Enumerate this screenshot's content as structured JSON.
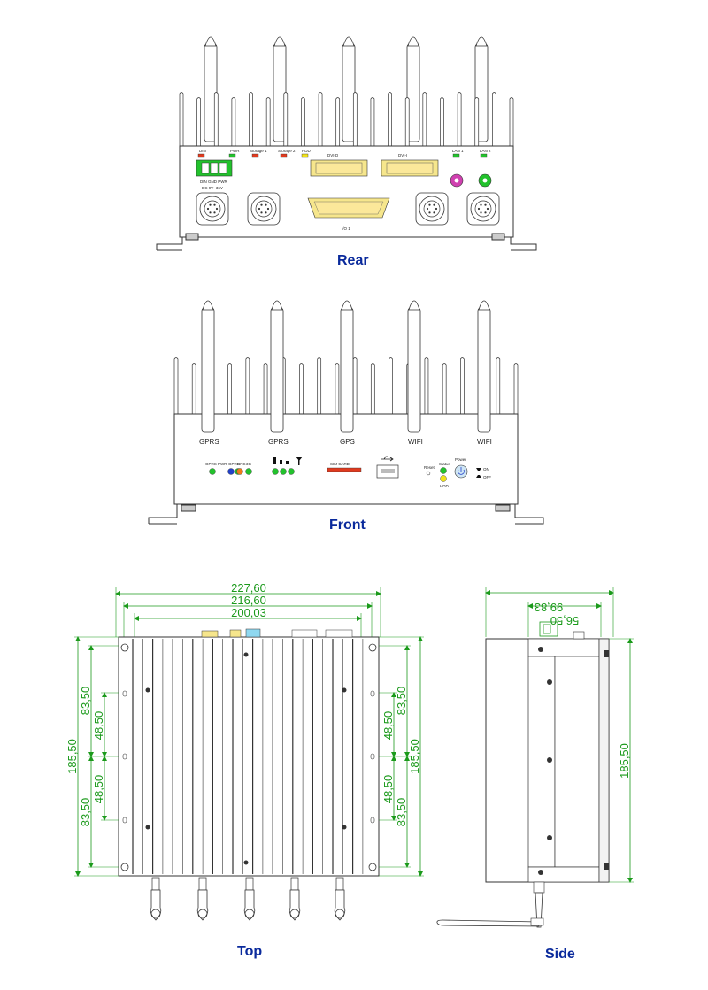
{
  "views": {
    "rear": {
      "title": "Rear",
      "led_labels": [
        "DIN",
        "PWR",
        "Storage 1",
        "Storage 2",
        "HDD",
        "LAN 1",
        "LAN 2"
      ],
      "port_labels": {
        "dvi_left": "DVI-D",
        "dvi_right": "DVI-I",
        "io": "I/O 1",
        "terminal": "DIN GND PWR",
        "dc": "DC 9V~36V"
      }
    },
    "front": {
      "title": "Front",
      "antenna_labels": [
        "GPRS",
        "GPRS",
        "GPS",
        "WIFI",
        "WIFI"
      ],
      "panel_labels": {
        "gprs_pwr": "GPRS PWR",
        "sim": "SIM CARD",
        "reset": "Reset",
        "status": "Status",
        "hdd": "HDD",
        "power": "Power",
        "on": "ON",
        "off": "OFF",
        "led_row": [
          "GPRS",
          "DNS",
          "3G"
        ]
      }
    },
    "top": {
      "title": "Top",
      "dims": {
        "width_outer": "227,60",
        "width_mid": "216,60",
        "width_inner": "200,03",
        "height": "185,50",
        "seg_outer": "83,50",
        "seg_inner": "48,50"
      }
    },
    "side": {
      "title": "Side",
      "dims": {
        "depth": "99,83",
        "depth_inner": "56,50",
        "height": "185,50"
      }
    }
  },
  "colors": {
    "dimension": "#1b9a1b",
    "title": "#0a2a9c",
    "led_red": "#e03a1e",
    "led_green": "#22c22c",
    "led_yellow": "#f0e21a",
    "led_blue": "#2240c8",
    "led_orange": "#f07a18",
    "dvi_yellow": "#f6e68c",
    "port_magenta": "#d040b0"
  }
}
